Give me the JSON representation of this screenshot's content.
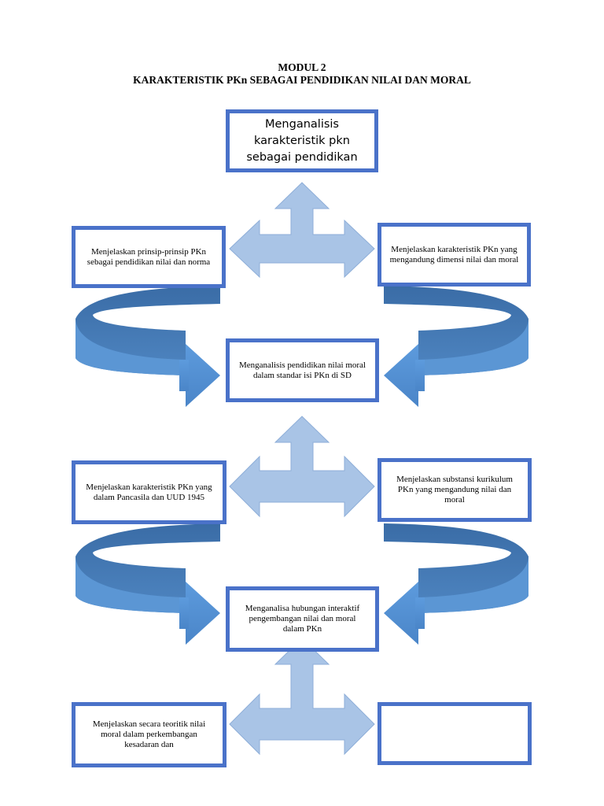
{
  "header": {
    "modul": "MODUL 2",
    "title": "KARAKTERISTIK PKn SEBAGAI PENDIDIKAN NILAI DAN MORAL"
  },
  "nodes": {
    "top": "Menganalisis karakteristik pkn sebagai pendidikan",
    "left1": "Menjelaskan prinsip-prinsip PKn sebagai pendidikan nilai dan norma",
    "right1": "Menjelaskan karakteristik PKn yang mengandung dimensi nilai dan moral",
    "center1": "Menganalisis pendidikan nilai moral dalam standar isi PKn di SD",
    "left2": "Menjelaskan karakteristik PKn yang dalam Pancasila dan UUD 1945",
    "right2": "Menjelaskan substansi kurikulum PKn yang mengandung nilai dan moral",
    "center2": "Menganalisa hubungan interaktif pengembangan nilai dan moral dalam PKn",
    "left3": "Menjelaskan secara teoritik nilai moral dalam perkembangan kesadaran dan",
    "right3": ""
  },
  "colors": {
    "box_border": "#4a72c9",
    "arrow_light": "#a9c4e6",
    "arrow_dark": "#3e72ad",
    "arrow_mid": "#5a94d2"
  }
}
